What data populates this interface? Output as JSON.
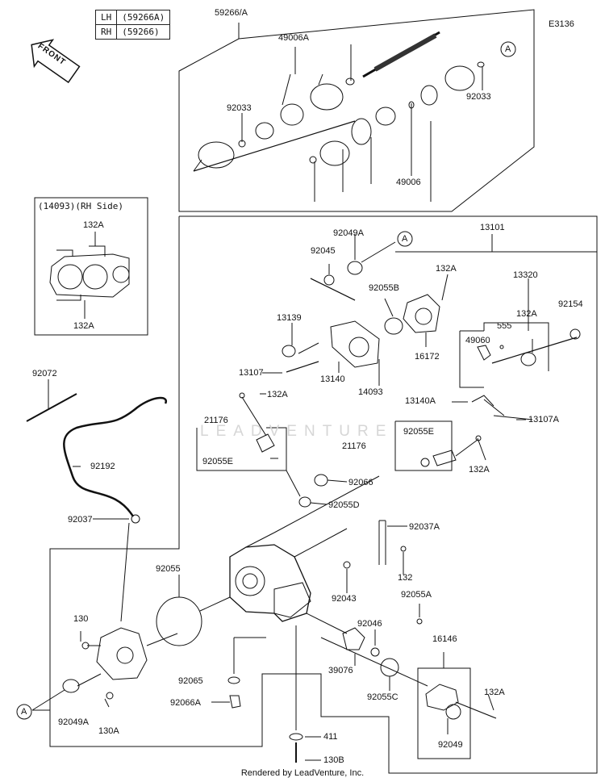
{
  "diagram_code": "E3136",
  "front_label": "FRONT",
  "legend": [
    {
      "side": "LH",
      "part": "(59266A)"
    },
    {
      "side": "RH",
      "part": "(59266)"
    }
  ],
  "inset_title": "(14093)(RH Side)",
  "watermark": "LEADVENTURE",
  "footer": "Rendered by LeadVenture, Inc.",
  "labels": {
    "l_59266A": "59266/A",
    "l_49006A": "49006A",
    "l_92033_left": "92033",
    "l_92033_right": "92033",
    "l_49006": "49006",
    "l_A_top": "A",
    "l_132A_inset_top": "132A",
    "l_132A_inset_bottom": "132A",
    "l_92049A": "92049A",
    "l_A_mid": "A",
    "l_92045": "92045",
    "l_13101": "13101",
    "l_132A_1": "132A",
    "l_92055B": "92055B",
    "l_13320": "13320",
    "l_13139": "13139",
    "l_132A_2": "132A",
    "l_92154": "92154",
    "l_555": "555",
    "l_49060": "49060",
    "l_16172": "16172",
    "l_13107": "13107",
    "l_13140": "13140",
    "l_14093": "14093",
    "l_13140A": "13140A",
    "l_132A_3": "132A",
    "l_13107A": "13107A",
    "l_92072": "92072",
    "l_21176_left": "21176",
    "l_92055E_left": "92055E",
    "l_92055E_right": "92055E",
    "l_21176_right": "21176",
    "l_132A_4": "132A",
    "l_92192": "92192",
    "l_92066": "92066",
    "l_92055D": "92055D",
    "l_92037": "92037",
    "l_92037A": "92037A",
    "l_92055": "92055",
    "l_132": "132",
    "l_92043": "92043",
    "l_92055A": "92055A",
    "l_130": "130",
    "l_92046": "92046",
    "l_16146": "16146",
    "l_39076": "39076",
    "l_92065": "92065",
    "l_92066A": "92066A",
    "l_92055C": "92055C",
    "l_132A_5": "132A",
    "l_A_bottom": "A",
    "l_92049A_bottom": "92049A",
    "l_130A": "130A",
    "l_92049": "92049",
    "l_411": "411",
    "l_130B": "130B"
  }
}
